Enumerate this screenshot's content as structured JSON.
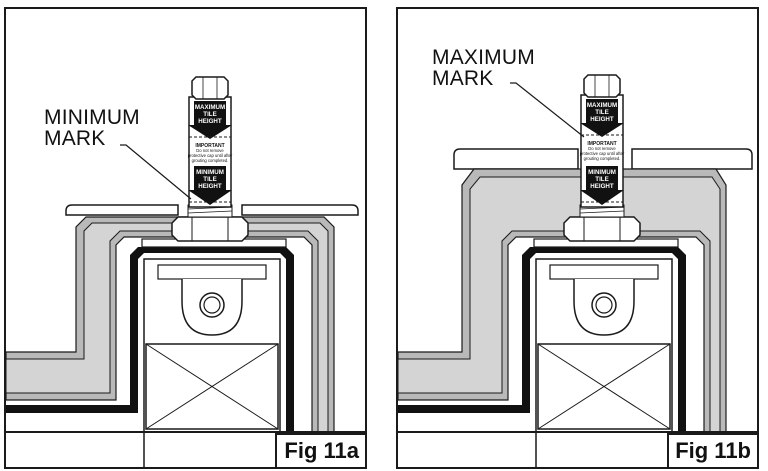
{
  "figures": [
    {
      "caption": "Fig 11a",
      "callout": [
        "MINIMUM",
        "MARK"
      ],
      "label_top": [
        "MAXIMUM",
        "TILE",
        "HEIGHT"
      ],
      "label_bottom": [
        "MINIMUM",
        "TILE",
        "HEIGHT"
      ],
      "important_title": "IMPORTANT",
      "important_lines": [
        "Do not remove",
        "protective cap until after",
        "grouting completed."
      ]
    },
    {
      "caption": "Fig 11b",
      "callout": [
        "MAXIMUM",
        "MARK"
      ],
      "label_top": [
        "MAXIMUM",
        "TILE",
        "HEIGHT"
      ],
      "label_bottom": [
        "MINIMUM",
        "TILE",
        "HEIGHT"
      ],
      "important_title": "IMPORTANT",
      "important_lines": [
        "Do not remove",
        "protective cap until after",
        "grouting completed."
      ]
    }
  ],
  "colors": {
    "line": "#1a1a1a",
    "gray": "#b9b9b9",
    "light_gray": "#d4d4d4"
  }
}
